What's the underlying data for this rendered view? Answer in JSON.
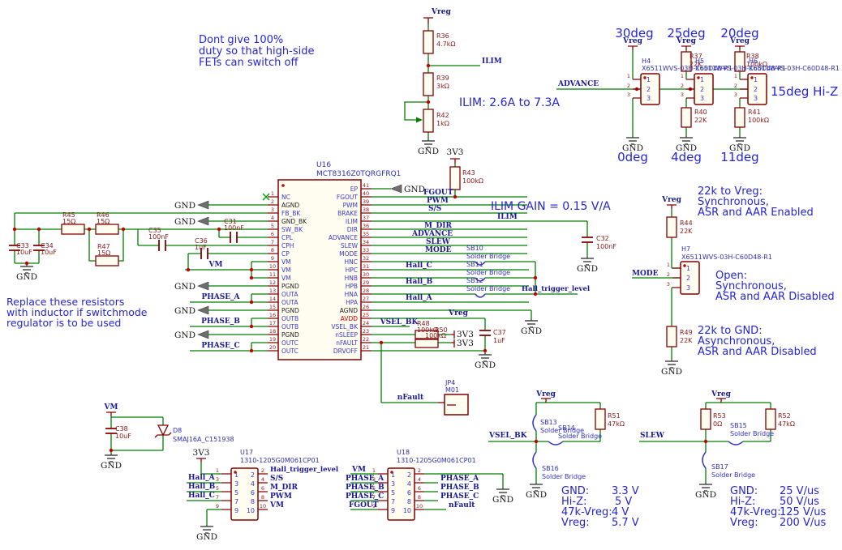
{
  "labels": {
    "vreg": "Vreg",
    "gnd": "GND",
    "v33": "3V3",
    "vm": "VM",
    "sb": "Solder Bridge"
  },
  "notes": {
    "duty1": "Dont give 100%",
    "duty2": "duty so that high-side",
    "duty3": "FETs can switch off",
    "rep1": "Replace these resistors",
    "rep2": "with inductor if switchmode",
    "rep3": "regulator is to be used",
    "ilim_range": "ILIM: 2.6A to 7.3A",
    "ilim_gain": "ILIM GAIN = 0.15 V/A",
    "deg30": "30deg",
    "deg25": "25deg",
    "deg20": "20deg",
    "deg0": "0deg",
    "deg4": "4deg",
    "deg11": "11deg",
    "hiz": "15deg Hi-Z",
    "mv1": "22k to Vreg:",
    "mv2": "Synchronous,",
    "mv3": "ASR and AAR Enabled",
    "mo1": "Open:",
    "mo2": "Synchronous,",
    "mo3": "ASR and AAR Disabled",
    "mg1": "22k to GND:",
    "mg2": "Asynchronous,",
    "mg3": "ASR and AAR Disabled"
  },
  "vsel_table": {
    "r1l": "GND:",
    "r1v": "3.3 V",
    "r2l": "Hi-Z:",
    "r2v": "5 V",
    "r3l": "47k-Vreg:",
    "r3v": "4 V",
    "r4l": "Vreg:",
    "r4v": "5.7 V"
  },
  "slew_table": {
    "r1l": "GND:",
    "r1v": "25 V/us",
    "r2l": "Hi-Z:",
    "r2v": "50 V/us",
    "r3l": "47k-Vreg:",
    "r3v": "125 V/us",
    "r4l": "Vreg:",
    "r4v": "200 V/us"
  },
  "nets": {
    "ilim": "ILIM",
    "advance": "ADVANCE",
    "mode": "MODE",
    "slew": "SLEW",
    "vsel": "VSEL_BK",
    "fgout": "FGOUT",
    "pwm": "PWM",
    "ss": "S/S",
    "mdir": "M_DIR",
    "halla": "Hall_A",
    "hallb": "Hall_B",
    "hallc": "Hall_C",
    "halltrig": "Hall_trigger_level",
    "nfault": "nFault",
    "pha": "PHASE_A",
    "phb": "PHASE_B",
    "phc": "PHASE_C"
  },
  "parts": {
    "r36r": "R36",
    "r36v": "4.7kΩ",
    "r39r": "R39",
    "r39v": "3kΩ",
    "r42r": "R42",
    "r42v": "1kΩ",
    "r43r": "R43",
    "r43v": "100kΩ",
    "r37r": "R37",
    "r37v": "22K",
    "r38r": "R38",
    "r38v": "100kΩ",
    "r40r": "R40",
    "r40v": "22K",
    "r41r": "R41",
    "r41v": "100kΩ",
    "r44r": "R44",
    "r44v": "22K",
    "r49r": "R49",
    "r49v": "22K",
    "r45r": "R45",
    "r45v": "15Ω",
    "r46r": "R46",
    "r46v": "15Ω",
    "r47r": "R47",
    "r47v": "15Ω",
    "r48r": "R48",
    "r48v": "100kΩ",
    "r50r": "R50",
    "r50v": "100kΩ",
    "r51r": "R51",
    "r51v": "47kΩ",
    "r52r": "R52",
    "r52v": "47kΩ",
    "r53r": "R53",
    "r53v": "0Ω",
    "c31r": "C31",
    "c31v": "100nF",
    "c32r": "C32",
    "c32v": "100nF",
    "c33r": "C33",
    "c33v": "10uF",
    "c34r": "C34",
    "c34v": "10uF",
    "c35r": "C35",
    "c35v": "100nF",
    "c36r": "C36",
    "c36v": "1uF",
    "c37r": "C37",
    "c37v": "1uF",
    "c38r": "C38",
    "c38v": "10uF",
    "d8r": "D8",
    "d8v": "SMAJ16A_C151938",
    "jp4r": "JP4",
    "jp4v": "M01",
    "h4": "H4",
    "h5": "H5",
    "h6": "H6",
    "h7": "H7",
    "hpart": "X6511WVS-03H-C60D48-R1",
    "u16r": "U16",
    "u16p": "MCT8316Z0TQRGFRQ1",
    "u17r": "U17",
    "u18r": "U18",
    "upart": "1310-1205G0M061CP01",
    "sb10": "SB10",
    "sb11": "SB11",
    "sb12": "SB12",
    "sb13": "SB13",
    "sb14": "SB14",
    "sb15": "SB15",
    "sb16": "SB16",
    "sb17": "SB17"
  },
  "u16_pins_left": [
    {
      "n": "1",
      "nm": "NC"
    },
    {
      "n": "2",
      "nm": "AGND"
    },
    {
      "n": "3",
      "nm": "FB_BK"
    },
    {
      "n": "4",
      "nm": "GND_BK"
    },
    {
      "n": "5",
      "nm": "SW_BK"
    },
    {
      "n": "6",
      "nm": "CPL"
    },
    {
      "n": "7",
      "nm": "CPH"
    },
    {
      "n": "8",
      "nm": "CP"
    },
    {
      "n": "9",
      "nm": "VM"
    },
    {
      "n": "10",
      "nm": "VM"
    },
    {
      "n": "11",
      "nm": "VM"
    },
    {
      "n": "12",
      "nm": "PGND"
    },
    {
      "n": "13",
      "nm": "OUTA"
    },
    {
      "n": "14",
      "nm": "OUTA"
    },
    {
      "n": "15",
      "nm": "PGND"
    },
    {
      "n": "16",
      "nm": "OUTB"
    },
    {
      "n": "17",
      "nm": "OUTB"
    },
    {
      "n": "18",
      "nm": "PGND"
    },
    {
      "n": "19",
      "nm": "OUTC"
    },
    {
      "n": "20",
      "nm": "OUTC"
    }
  ],
  "u16_pins_right": [
    {
      "n": "41",
      "nm": "EP"
    },
    {
      "n": "40",
      "nm": "FGOUT"
    },
    {
      "n": "39",
      "nm": "PWM"
    },
    {
      "n": "38",
      "nm": "BRAKE"
    },
    {
      "n": "37",
      "nm": "ILIM"
    },
    {
      "n": "36",
      "nm": "DIR"
    },
    {
      "n": "35",
      "nm": "ADVANCE"
    },
    {
      "n": "34",
      "nm": "SLEW"
    },
    {
      "n": "33",
      "nm": "MODE"
    },
    {
      "n": "32",
      "nm": "HNC"
    },
    {
      "n": "31",
      "nm": "HPC"
    },
    {
      "n": "30",
      "nm": "HNB"
    },
    {
      "n": "29",
      "nm": "HPB"
    },
    {
      "n": "28",
      "nm": "HNA"
    },
    {
      "n": "27",
      "nm": "HPA"
    },
    {
      "n": "26",
      "nm": "AGND"
    },
    {
      "n": "25",
      "nm": "AVDD"
    },
    {
      "n": "24",
      "nm": "VSEL_BK"
    },
    {
      "n": "23",
      "nm": "nSLEEP"
    },
    {
      "n": "22",
      "nm": "nFAULT"
    },
    {
      "n": "21",
      "nm": "DRVOFF"
    }
  ],
  "conn_pins": {
    "p1": "1",
    "p2": "2",
    "p3": "3",
    "p4": "4",
    "p5": "5",
    "p6": "6",
    "p7": "7",
    "p8": "8",
    "p9": "9",
    "p10": "10"
  }
}
